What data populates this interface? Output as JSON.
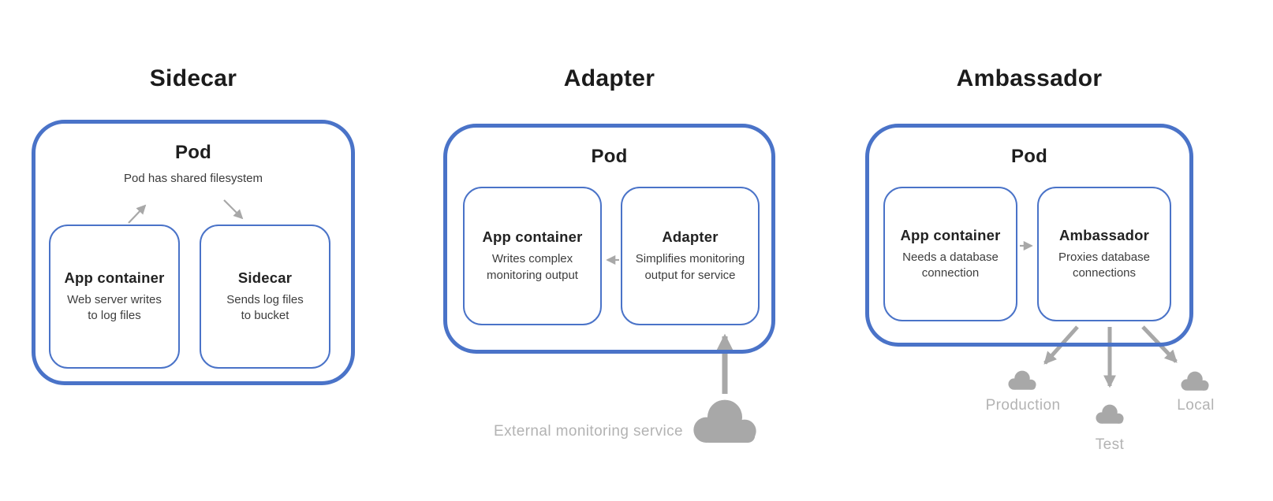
{
  "colors": {
    "pod_border": "#4a73c8",
    "title_text": "#1b1b1b",
    "body_text": "#3d3d3d",
    "arrow_gray": "#a8a8a8",
    "label_gray": "#b3b3b3"
  },
  "panels": [
    {
      "title": "Sidecar",
      "pod": {
        "label": "Pod",
        "note": "Pod has shared filesystem"
      },
      "containers": [
        {
          "name": "App container",
          "description": "Web server writes\nto log files"
        },
        {
          "name": "Sidecar",
          "description": "Sends log files\nto bucket"
        }
      ]
    },
    {
      "title": "Adapter",
      "pod": {
        "label": "Pod"
      },
      "containers": [
        {
          "name": "App container",
          "description": "Writes complex\nmonitoring output"
        },
        {
          "name": "Adapter",
          "description": "Simplifies monitoring\noutput for service"
        }
      ],
      "external": {
        "label": "External monitoring service",
        "icon": "cloud-icon"
      }
    },
    {
      "title": "Ambassador",
      "pod": {
        "label": "Pod"
      },
      "containers": [
        {
          "name": "App container",
          "description": "Needs a database\nconnection"
        },
        {
          "name": "Ambassador",
          "description": "Proxies database\nconnections"
        }
      ],
      "environments": [
        {
          "label": "Production",
          "icon": "cloud-icon"
        },
        {
          "label": "Test",
          "icon": "cloud-icon"
        },
        {
          "label": "Local",
          "icon": "cloud-icon"
        }
      ]
    }
  ]
}
